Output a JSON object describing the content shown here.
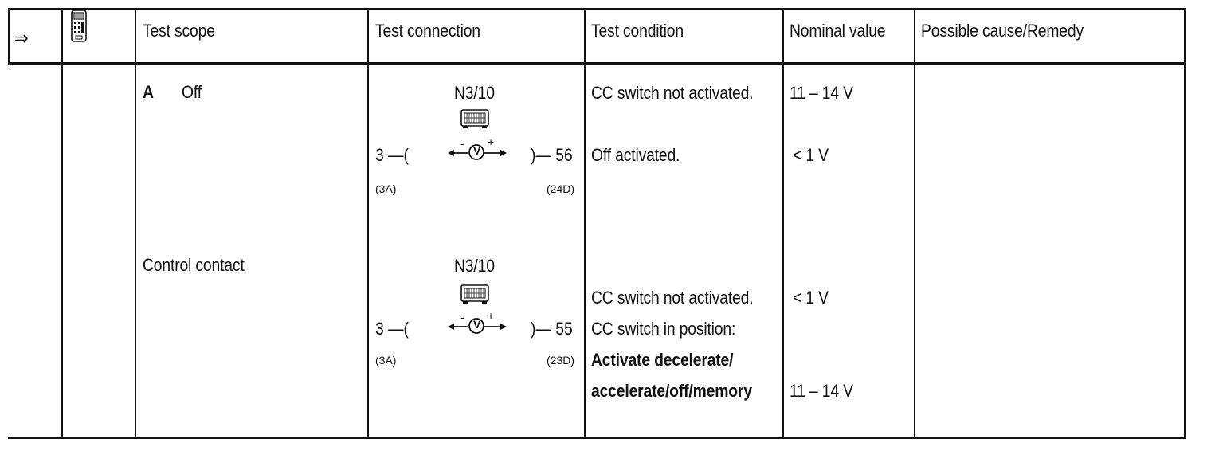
{
  "header": {
    "arrow": "⇒",
    "tester_icon": "tester-icon",
    "col_scope": "Test scope",
    "col_connection": "Test connection",
    "col_condition": "Test condition",
    "col_nominal": "Nominal value",
    "col_cause": "Possible cause/Remedy"
  },
  "rows": [
    {
      "step": "A",
      "scope": "Off",
      "component": "N3/10",
      "pin_left": "3",
      "pin_right": "56",
      "socket_left": "(3A)",
      "socket_right": "(24D)",
      "meter_minus": "-",
      "meter_label": "V",
      "meter_plus": "+",
      "conditions": [
        "CC switch not activated.",
        "Off activated."
      ],
      "nominals": [
        "11 – 14 V",
        "< 1 V"
      ]
    },
    {
      "scope": "Control contact",
      "component": "N3/10",
      "pin_left": "3",
      "pin_right": "55",
      "socket_left": "(3A)",
      "socket_right": "(23D)",
      "meter_minus": "-",
      "meter_label": "V",
      "meter_plus": "+",
      "conditions": [
        "CC switch not activated.",
        "CC switch in position:",
        "Activate decelerate/",
        "accelerate/off/memory"
      ],
      "nominals": [
        "< 1 V",
        "11 – 14 V"
      ]
    }
  ]
}
